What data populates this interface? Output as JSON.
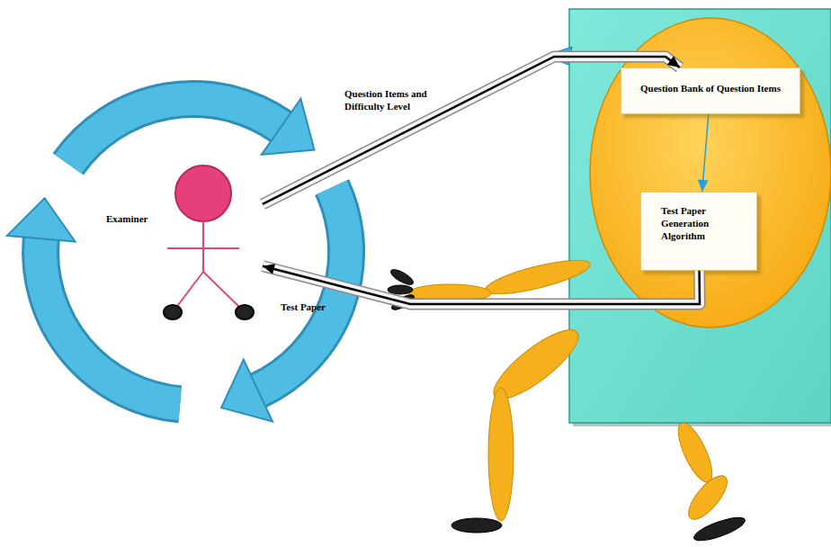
{
  "diagram": {
    "nodes": [
      {
        "text": [
          "Examiner"
        ]
      },
      {
        "text": [
          "Question Bank of Question Items"
        ]
      },
      {
        "text": [
          "Test Paper Generation Algorithm"
        ]
      }
    ],
    "edges": [
      {
        "from": 0,
        "to": 1,
        "arrow": "to",
        "label": "Question Items and Difficulty Level"
      },
      {
        "from": 1,
        "to": 2,
        "arrow": "to"
      },
      {
        "from": 2,
        "to": 0,
        "arrow": "to",
        "label": "Test Paper"
      }
    ]
  }
}
